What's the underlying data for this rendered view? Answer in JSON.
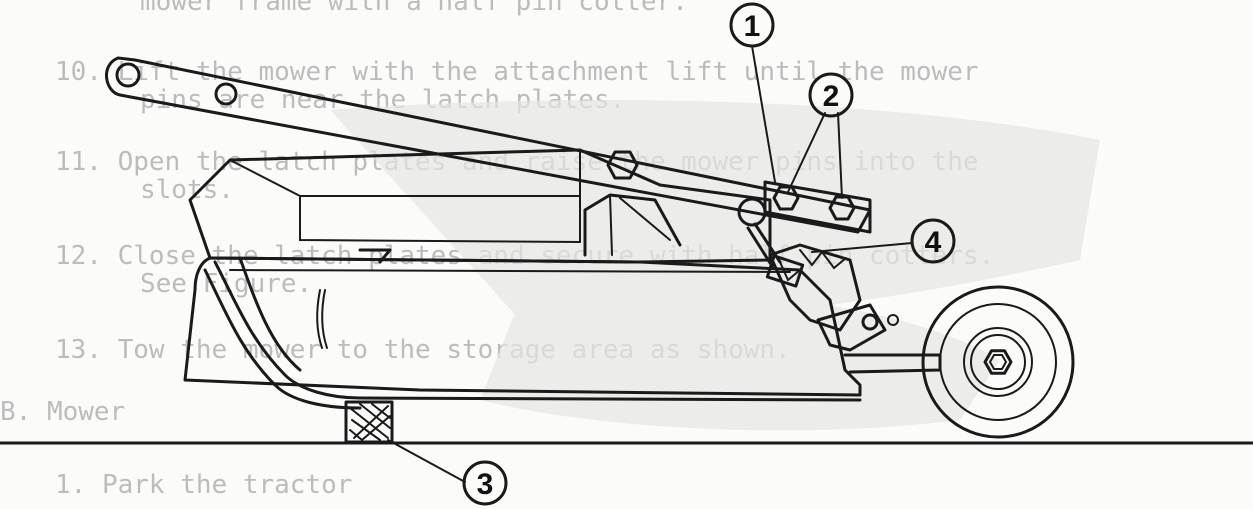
{
  "background_lines": [
    {
      "text": "mower frame with a half pin cotter."
    },
    {
      "text": "10.  Lift the mower with the attachment lift until the mower"
    },
    {
      "text": "     pins are near the latch plates."
    },
    {
      "text": "11.  Open the latch plates and raise the mower pins into the"
    },
    {
      "text": "     slots."
    },
    {
      "text": "12.  Close the latch plates and secure with half pin cotters."
    },
    {
      "text": "     See Figure."
    },
    {
      "text": "13.  Tow the mower to the storage area as shown."
    },
    {
      "text": "B. Mower"
    },
    {
      "text": "   1.  Park the tractor"
    }
  ],
  "callouts": [
    {
      "label": "1"
    },
    {
      "label": "2"
    },
    {
      "label": "3"
    },
    {
      "label": "4"
    }
  ],
  "colors": {
    "ink": "#1a1a1a",
    "ghost_text": "#bcbcbc",
    "paper": "#fbfbf9"
  }
}
